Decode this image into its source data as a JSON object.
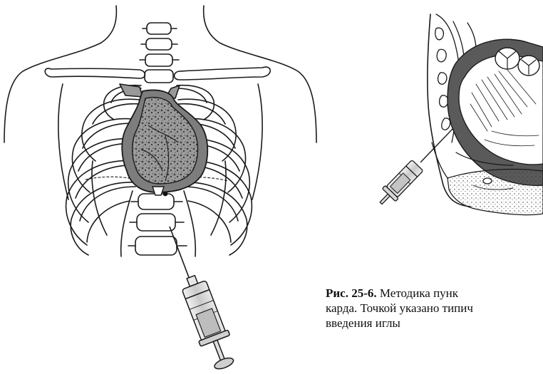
{
  "caption": {
    "figure_label": "Рис. 25-6.",
    "line1_rest": " Методика пунк",
    "line2": "карда. Точкой указано типич",
    "line3": "введения иглы"
  },
  "colors": {
    "ink": "#1a1a1a",
    "pericardium_fill": "#8a8a8a",
    "heart_fill": "#a8a8a8",
    "syringe_fill": "#d9d9d9",
    "fat_dark": "#555555"
  },
  "icons": {
    "main_illustration": "thorax-pericardiocentesis",
    "inset_illustration": "sagittal-section-heart"
  }
}
